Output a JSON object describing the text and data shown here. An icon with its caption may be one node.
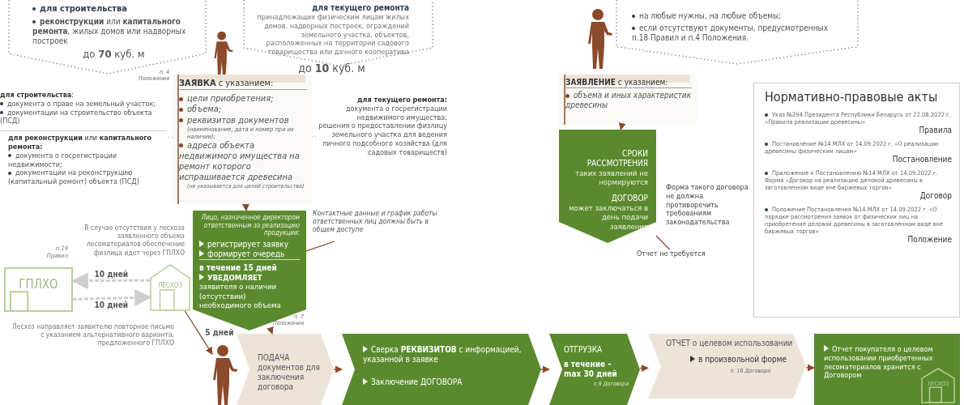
{
  "diagram": {
    "nodes": [
      {
        "text": [
          "для строительства",
          "**реконструкции** или **капитального ремонта**, жилых домов или надворных построек",
          "до **70** куб. м"
        ]
      },
      {
        "text": [
          "для текущего ремонта",
          "принадлежащих физическим лицам жилых домов, надворных построек, ограждений земельного участка, объектов, расположенных на территории садового товарищества или дачного кооператива",
          "до **10** куб. м"
        ]
      },
      {
        "text": [],
        "shape": "person"
      },
      {
        "text": [
          "**ЗАЯВКА** с указанием:",
          "цели приобретения;",
          "объема;",
          "реквизитов документов",
          "(наименование, дата и номер при их наличии);",
          "адреса объекта недвижимого имущества на ремонт которого испрашивается древесина",
          "(не указывается для целей строительства)"
        ],
        "beside": [
          "п. 4 Положения"
        ]
      },
      {
        "text": [
          "**для строительства**:",
          "документа о праве на земельный участок;",
          "документации на строительство объекта (ПСД)",
          "**для реконструкции** или **капитального ремонта:**",
          "документа о госрегистрации недвижимости;",
          "документации на реконструкцию (капитальный ремонт) объекта (ПСД)"
        ]
      },
      {
        "text": [
          "для текущего ремонта:",
          "документа о госрегистрации недвижимого имущества;",
          "решения о предоставлении физлицу земельного участка для ведения личного подсобного хозяйства (для садовых товариществ)"
        ]
      },
      {
        "text": [
          "Лицо, назначенное директором ответственным за реализацию продукции:",
          "регистрирует заявку",
          "формирует очередь",
          "в течение 15 дней",
          "**УВЕДОМЛЯЕТ** заявителя о наличии (отсутствии) необходимого объема"
        ],
        "beside": [
          "п. 7 Положения"
        ]
      },
      {
        "text": [
          "Контактные данные и график работы ответственных лиц должны быть в общем доступе"
        ]
      },
      {
        "text": [
          "ЛЕСХОЗ"
        ]
      },
      {
        "text": [
          "ГПЛХО"
        ]
      },
      {
        "text": [],
        "shape": "person"
      },
      {
        "text": [
          "ПОДАЧА документов для заключения договора"
        ]
      },
      {
        "text": [
          "Сверка **РЕКВИЗИТОВ** с информацией, указанной в заявке",
          "Заключение ДОГОВОРА"
        ]
      },
      {
        "text": [
          "ОТГРУЗКА",
          "в течение – max 30 дней",
          "п.9 Договора"
        ]
      },
      {
        "text": [
          "ОТЧЕТ о целевом использовании",
          "в произвольной форме",
          "п. 16 Договора"
        ]
      },
      {
        "text": [
          "Отчет покупателя о целевом использовании приобретенных лесоматериалов хранится с Договором"
        ]
      },
      {
        "text": [
          "ЛЕСХОЗ"
        ],
        "in": 15
      },
      {
        "text": [
          "на любые нужны, на любые объемы;",
          "если отсутствуют документы, предусмотренных п.18 Правил и п.4 Положения."
        ]
      },
      {
        "text": [],
        "shape": "person"
      },
      {
        "text": [
          "**ЗАЯВЛЕНИЕ** с указанием:",
          "объема и иных характеристик древесины"
        ]
      },
      {
        "text": [
          "СРОКИ РАССМОТРЕНИЯ",
          "таких заявлений не нормируются",
          "ДОГОВОР",
          "может заключаться в день подачи заявления"
        ]
      },
      {
        "text": [
          "Отчет не требуется"
        ]
      },
      {
        "text": [
          "Нормативно-правовые акты",
          "Указ №294 Президента Республики Беларусь от 22.08.2022 г. «Правила реализации древесины»",
          "Правила",
          "Постановление №14 МЛХ от 14.09.2022 г. «О реализации древесины физическим лицам»",
          "Постановление",
          "Приложение к Постановлению №14 МЛХ от 14.09.2022 г. Форма «Договор на реализацию деловой древесины в заготовленном виде вне биржевых торгов»",
          "Договор",
          "Положение Постановления №14 МЛХ от 14.09.2022 г. «О порядке рассмотрения заявок от физических лиц на приобретение деловой древесины в заготовленном виде вне биржевых торгов»",
          "Положение"
        ]
      }
    ],
    "edges": [
      {
        "from": 3,
        "to": 4,
        "arrow": "none",
        "style": "dashed",
        "color": "#b9a88f"
      },
      {
        "from": 3,
        "to": 5,
        "arrow": "none",
        "style": "dashed",
        "color": "#b9a88f"
      },
      {
        "from": 3,
        "to": 6,
        "arrow": "to"
      },
      {
        "from": 6,
        "to": 7,
        "arrow": "none"
      },
      {
        "from": 8,
        "to": 9,
        "arrow": "to",
        "label": "10 дней",
        "style": "dashed",
        "color": "#cfcfcf"
      },
      {
        "from": 9,
        "to": 8,
        "arrow": "to",
        "label": "10 дней",
        "style": "dashed",
        "color": "#cfcfcf"
      },
      {
        "from": 8,
        "to": 10,
        "arrow": "to",
        "label": "5 дней"
      },
      {
        "from": 6,
        "to": 11,
        "arrow": "to"
      },
      {
        "from": 11,
        "to": 12,
        "arrow": "to"
      },
      {
        "from": 12,
        "to": 13,
        "arrow": "to"
      },
      {
        "from": 13,
        "to": 14,
        "arrow": "to"
      },
      {
        "from": 14,
        "to": 15,
        "arrow": "to"
      },
      {
        "from": 19,
        "to": 20,
        "arrow": "to"
      },
      {
        "from": 20,
        "to": 21,
        "arrow": "none"
      }
    ],
    "labels": [
      "В случае отсутствия у лесхоза заявленного объема лесоматериалов обеспечение физлица идет через ГПЛХО",
      "п.19 Правил",
      "Лесхоз направляет заявителю повторное письмо с указанием альтернативного варианта, предложенного ГПЛХО",
      "Форма такого договора не должна противоречить требованиям законодательства"
    ]
  }
}
